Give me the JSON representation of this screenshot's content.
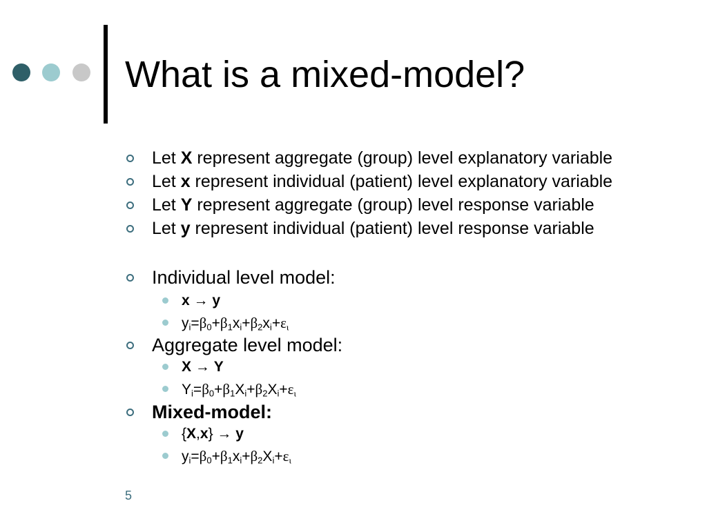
{
  "colors": {
    "dot1": "#2f5f68",
    "dot2": "#9ccbcf",
    "dot3": "#c8c8c8",
    "bullet_ring": "#3d6e7e",
    "sub_bullet": "#9ccbcf",
    "page_number": "#3d6e7e"
  },
  "title": "What is a mixed-model?",
  "definitions": [
    {
      "pre": "Let ",
      "sym": "X",
      "post": " represent aggregate (group) level explanatory variable"
    },
    {
      "pre": "Let ",
      "sym": "x",
      "post": " represent individual (patient) level explanatory variable"
    },
    {
      "pre": "Let ",
      "sym": "Y",
      "post": " represent aggregate (group) level response variable"
    },
    {
      "pre": "Let ",
      "sym": "y",
      "post": " represent individual (patient) level response variable"
    }
  ],
  "individual": {
    "label": "Individual level model:",
    "relation": {
      "from": "x",
      "arrow": " → ",
      "to": "y"
    },
    "equation": {
      "y": "y",
      "i": "i",
      "eq": "=",
      "b": "β",
      "s0": "0",
      "plus": "+",
      "s1": "1",
      "x1": "x",
      "s2": "2",
      "x2": "x",
      "e": "ε",
      "ei": "ι"
    }
  },
  "aggregate": {
    "label": "Aggregate level model:",
    "relation": {
      "from": "X",
      "arrow": " → ",
      "to": "Y"
    },
    "equation": {
      "y": "Y",
      "i": "i",
      "eq": "=",
      "b": "β",
      "s0": "0",
      "plus": "+",
      "s1": "1",
      "x1": "X",
      "s2": "2",
      "x2": "X",
      "e": "ε",
      "ei": "ι"
    }
  },
  "mixed": {
    "label": "Mixed-model:",
    "relation": {
      "open": "{",
      "a": "X",
      "comma": ",",
      "b": "x",
      "close": "}",
      "arrow": " → ",
      "to": "y"
    },
    "equation": {
      "y": "y",
      "i": "i",
      "eq": "=",
      "b": "β",
      "s0": "0",
      "plus": "+",
      "s1": "1",
      "x1": "x",
      "s2": "2",
      "x2": "X",
      "e": "ε",
      "ei": "ι"
    }
  },
  "page_number": "5"
}
